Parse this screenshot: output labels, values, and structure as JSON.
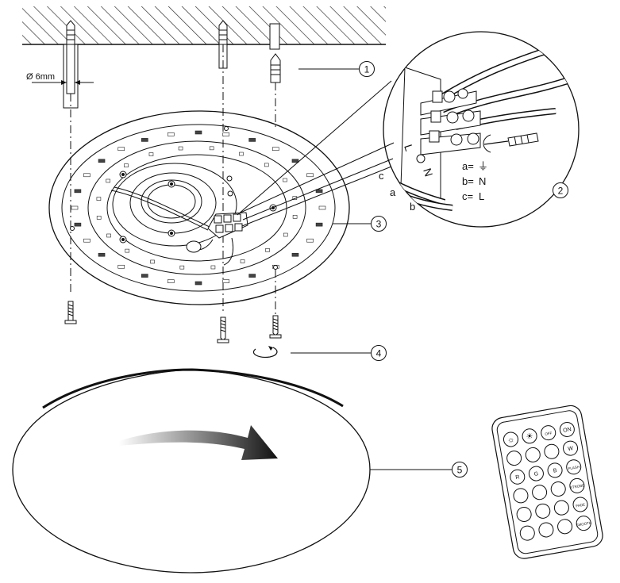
{
  "dimension": {
    "label": "Ø 6mm"
  },
  "steps": [
    "1",
    "2",
    "3",
    "4",
    "5"
  ],
  "wiring": {
    "terminal_marks": [
      "L",
      "N"
    ],
    "wire_letters": [
      "a",
      "b",
      "c"
    ],
    "legend": [
      {
        "key": "a=",
        "value": "⏚"
      },
      {
        "key": "b=",
        "value": "N"
      },
      {
        "key": "c=",
        "value": "L"
      }
    ]
  },
  "remote": {
    "buttons_row1": [
      "",
      "",
      "OFF",
      "ON"
    ],
    "buttons_row2": [
      "",
      "",
      "",
      "W"
    ],
    "buttons_row3": [
      "R",
      "G",
      "B",
      "FLASH"
    ],
    "buttons_row4": [
      "",
      "",
      "",
      "STROBE"
    ],
    "buttons_row5": [
      "",
      "",
      "",
      "FADE"
    ],
    "buttons_row6": [
      "",
      "",
      "",
      "SMOOTH"
    ]
  },
  "colors": {
    "line": "#111111",
    "hatch": "#333333",
    "gray": "#6e6e6e",
    "arrow_dark": "#1a1a1a"
  }
}
